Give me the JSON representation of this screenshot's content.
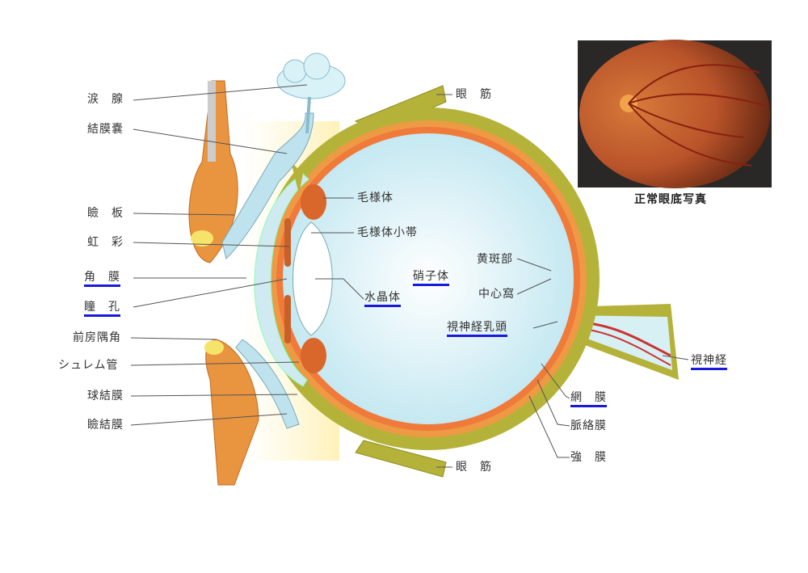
{
  "labels": {
    "lacrimal_gland": "涙　腺",
    "conjunctival_sac": "結膜嚢",
    "tarsal_plate": "瞼　板",
    "iris": "虹　彩",
    "cornea": "角　膜",
    "pupil": "瞳　孔",
    "anterior_chamber_angle": "前房隅角",
    "schlemm_canal": "シュレム管",
    "bulbar_conjunctiva": "球結膜",
    "palpebral_conjunctiva": "瞼結膜",
    "eye_muscle_top": "眼　筋",
    "eye_muscle_bottom": "眼　筋",
    "ciliary_body": "毛様体",
    "zonule": "毛様体小帯",
    "vitreous_body": "硝子体",
    "lens": "水晶体",
    "macula": "黄斑部",
    "fovea": "中心窩",
    "optic_disc": "視神経乳頭",
    "optic_nerve": "視神経",
    "retina": "網　膜",
    "choroid": "脈絡膜",
    "sclera": "強　膜"
  },
  "fundus_caption": "正常眼底写真",
  "colors": {
    "underline": "#1a1adc",
    "sclera": "#b5b23a",
    "choroid": "#e98a3a",
    "vitreous": "#dff2f8"
  }
}
